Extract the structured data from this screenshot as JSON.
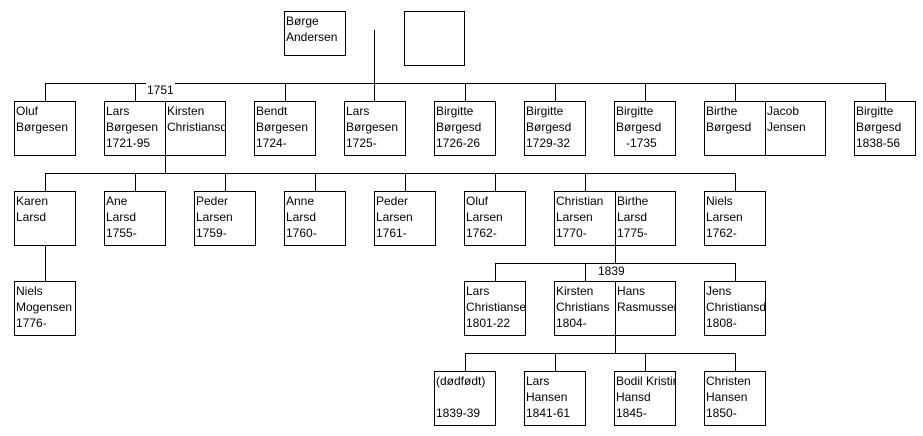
{
  "people": {
    "borge_andersen": [
      "Børge",
      "Andersen"
    ],
    "spouse_unknown": [],
    "oluf_borgesen": [
      "Oluf",
      "Børgesen"
    ],
    "lars_borgesen_1721": [
      "Lars",
      "Børgesen",
      "1721-95"
    ],
    "kirsten_christiansd": [
      "Kirsten",
      "Christiansd"
    ],
    "bendt_borgesen": [
      "Bendt",
      "Børgesen",
      "1724-"
    ],
    "lars_borgesen_1725": [
      "Lars",
      "Børgesen",
      "1725-"
    ],
    "birgitte_1726": [
      "Birgitte",
      "Børgesd",
      "1726-26"
    ],
    "birgitte_1729": [
      "Birgitte",
      "Børgesd",
      "1729-32"
    ],
    "birgitte_1735": [
      "Birgitte",
      "Børgesd",
      "   -1735"
    ],
    "birthe_borgesd": [
      "Birthe",
      "Børgesd"
    ],
    "jacob_jensen": [
      "Jacob",
      "Jensen"
    ],
    "birgitte_1838": [
      "Birgitte",
      "Børgesd",
      "1838-56"
    ],
    "karen_larsd": [
      "Karen",
      "Larsd"
    ],
    "ane_larsd": [
      "Ane",
      "Larsd",
      "1755-"
    ],
    "peder_larsen_1759": [
      "Peder",
      "Larsen",
      "1759-"
    ],
    "anne_larsd": [
      "Anne",
      "Larsd",
      "1760-"
    ],
    "peder_larsen_1761": [
      "Peder",
      "Larsen",
      "1761-"
    ],
    "oluf_larsen": [
      "Oluf",
      "Larsen",
      "1762-"
    ],
    "christian_larsen": [
      "Christian",
      "Larsen",
      "1770-"
    ],
    "birthe_larsd": [
      "Birthe",
      "Larsd",
      "1775-"
    ],
    "niels_larsen": [
      "Niels",
      "Larsen",
      "1762-"
    ],
    "niels_mogensen": [
      "Niels",
      "Mogensen",
      "1776-"
    ],
    "lars_christiansen": [
      "Lars",
      "Christiansen",
      "1801-22"
    ],
    "kirsten_christians": [
      "Kirsten",
      "Christians",
      "1804-"
    ],
    "hans_rasmussen": [
      "Hans",
      "Rasmussen"
    ],
    "jens_christiansd": [
      "Jens",
      "Christiansd",
      "1808-"
    ],
    "dodfodt": [
      "(dødfødt)",
      "",
      "1839-39"
    ],
    "lars_hansen": [
      "Lars",
      "Hansen",
      "1841-61"
    ],
    "bodil_kristine": [
      "Bodil Kristine",
      "Hansd",
      "1845-"
    ],
    "christen_hansen": [
      "Christen",
      "Hansen",
      "1850-"
    ]
  },
  "years": {
    "marriage_1751": "1751",
    "marriage_1839": "1839"
  }
}
